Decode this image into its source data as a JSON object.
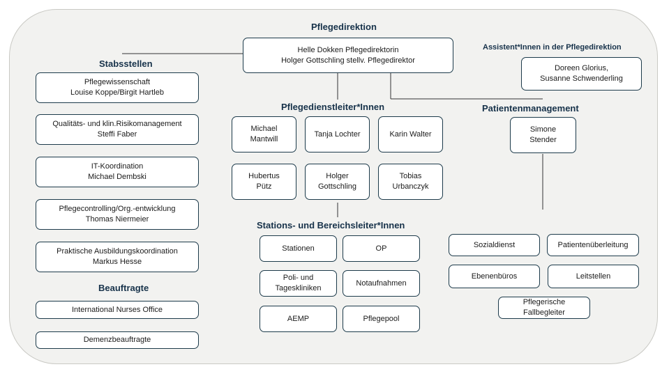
{
  "headers": {
    "pflegedirektion": "Pflegedirektion",
    "stabsstellen": "Stabsstellen",
    "assistenz": "Assistent*Innen in der Pflegedirektion",
    "pflegedienstleiter": "Pflegedienstleiter*Innen",
    "patientenmanagement": "Patientenmanagement",
    "stationsleiter": "Stations- und Bereichsleiter*Innen",
    "beauftragte": "Beauftragte"
  },
  "direktion": {
    "line1": "Helle Dokken Pflegedirektorin",
    "line2": "Holger Gottschling stellv. Pflegedirektor"
  },
  "assistenz": {
    "line1": "Doreen Glorius,",
    "line2": "Susanne Schwenderling"
  },
  "stabsstellen": [
    {
      "line1": "Pflegewissenschaft",
      "line2": "Louise Koppe/Birgit Hartleb"
    },
    {
      "line1": "Qualitäts- und klin.Risikomanagement",
      "line2": "Steffi Faber"
    },
    {
      "line1": "IT-Koordination",
      "line2": "Michael Dembski"
    },
    {
      "line1": "Pflegecontrolling/Org.-entwicklung",
      "line2": "Thomas Niermeier"
    },
    {
      "line1": "Praktische Ausbildungskoordination",
      "line2": "Markus Hesse"
    }
  ],
  "beauftragte": [
    "International Nurses Office",
    "Demenzbeauftragte"
  ],
  "pflegedienstleiter": [
    {
      "line1": "Michael",
      "line2": "Mantwill"
    },
    {
      "line1": "Tanja Lochter",
      "line2": ""
    },
    {
      "line1": "Karin Walter",
      "line2": ""
    },
    {
      "line1": "Hubertus",
      "line2": "Pütz"
    },
    {
      "line1": "Holger",
      "line2": "Gottschling"
    },
    {
      "line1": "Tobias",
      "line2": "Urbanczyk"
    }
  ],
  "stationsleiter": [
    {
      "line1": "Stationen",
      "line2": ""
    },
    {
      "line1": "OP",
      "line2": ""
    },
    {
      "line1": "Poli- und",
      "line2": "Tageskliniken"
    },
    {
      "line1": "Notaufnahmen",
      "line2": ""
    },
    {
      "line1": "AEMP",
      "line2": ""
    },
    {
      "line1": "Pflegepool",
      "line2": ""
    }
  ],
  "patientenmanagement_lead": {
    "line1": "Simone",
    "line2": "Stender"
  },
  "patientenmanagement_units": [
    {
      "line1": "Sozialdienst",
      "line2": ""
    },
    {
      "line1": "Patientenüberleitung",
      "line2": ""
    },
    {
      "line1": "Ebenenbüros",
      "line2": ""
    },
    {
      "line1": "Leitstellen",
      "line2": ""
    },
    {
      "line1": "Pflegerische",
      "line2": "Fallbegleiter"
    }
  ],
  "colors": {
    "border": "#1c3a4a",
    "header": "#17324a",
    "panel": "#f2f2f0",
    "line": "#333333"
  }
}
